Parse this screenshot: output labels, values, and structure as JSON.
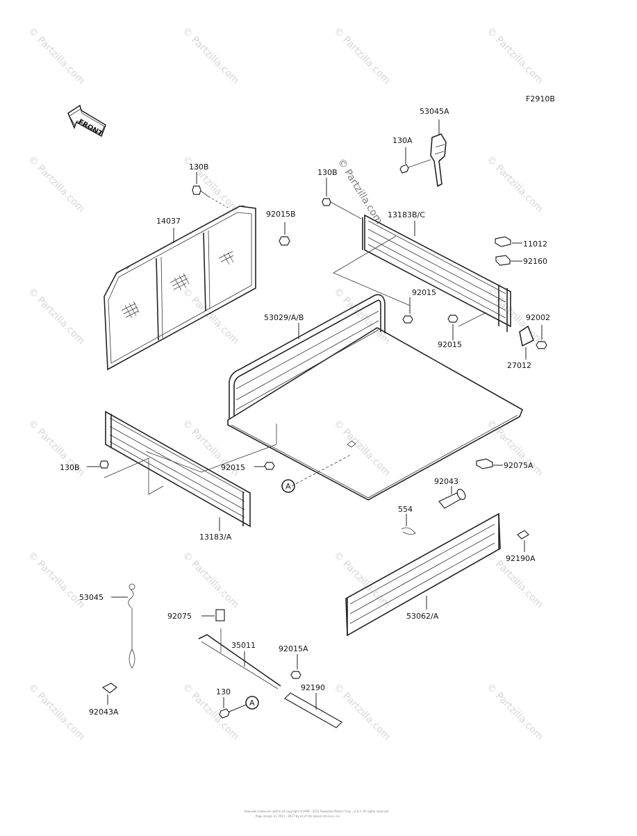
{
  "diagram_code": "F2910B",
  "front_label": "FRONT",
  "watermark": "© Partzilla.com",
  "callout_letter": "A",
  "parts": {
    "p53045A": "53045A",
    "p130A": "130A",
    "p130B_left": "130B",
    "p130B_right": "130B",
    "p92015B": "92015B",
    "p14037": "14037",
    "p13183BC": "13183B/C",
    "p11012": "11012",
    "p92160": "92160",
    "p92015_top": "92015",
    "p92015_mid": "92015",
    "p92002": "92002",
    "p27012": "27012",
    "p53029AB": "53029/A/B",
    "p130B_side": "130B",
    "p92015_low": "92015",
    "p92075A": "92075A",
    "p92043": "92043",
    "p554": "554",
    "p13183A": "13183/A",
    "p92190A": "92190A",
    "p53045": "53045",
    "p53062A": "53062/A",
    "p92075": "92075",
    "p35011": "35011",
    "p92015A": "92015A",
    "p130": "130",
    "p92190": "92190",
    "p92043A": "92043A"
  },
  "footer_line1": "Kawasaki materials within all copyright ©1998 - 2011 Kawasaki Motors Corp., U.S.A. All rights reserved.",
  "footer_line2": "Page design (c) 2011 - 2017 by all of the above services, inc."
}
